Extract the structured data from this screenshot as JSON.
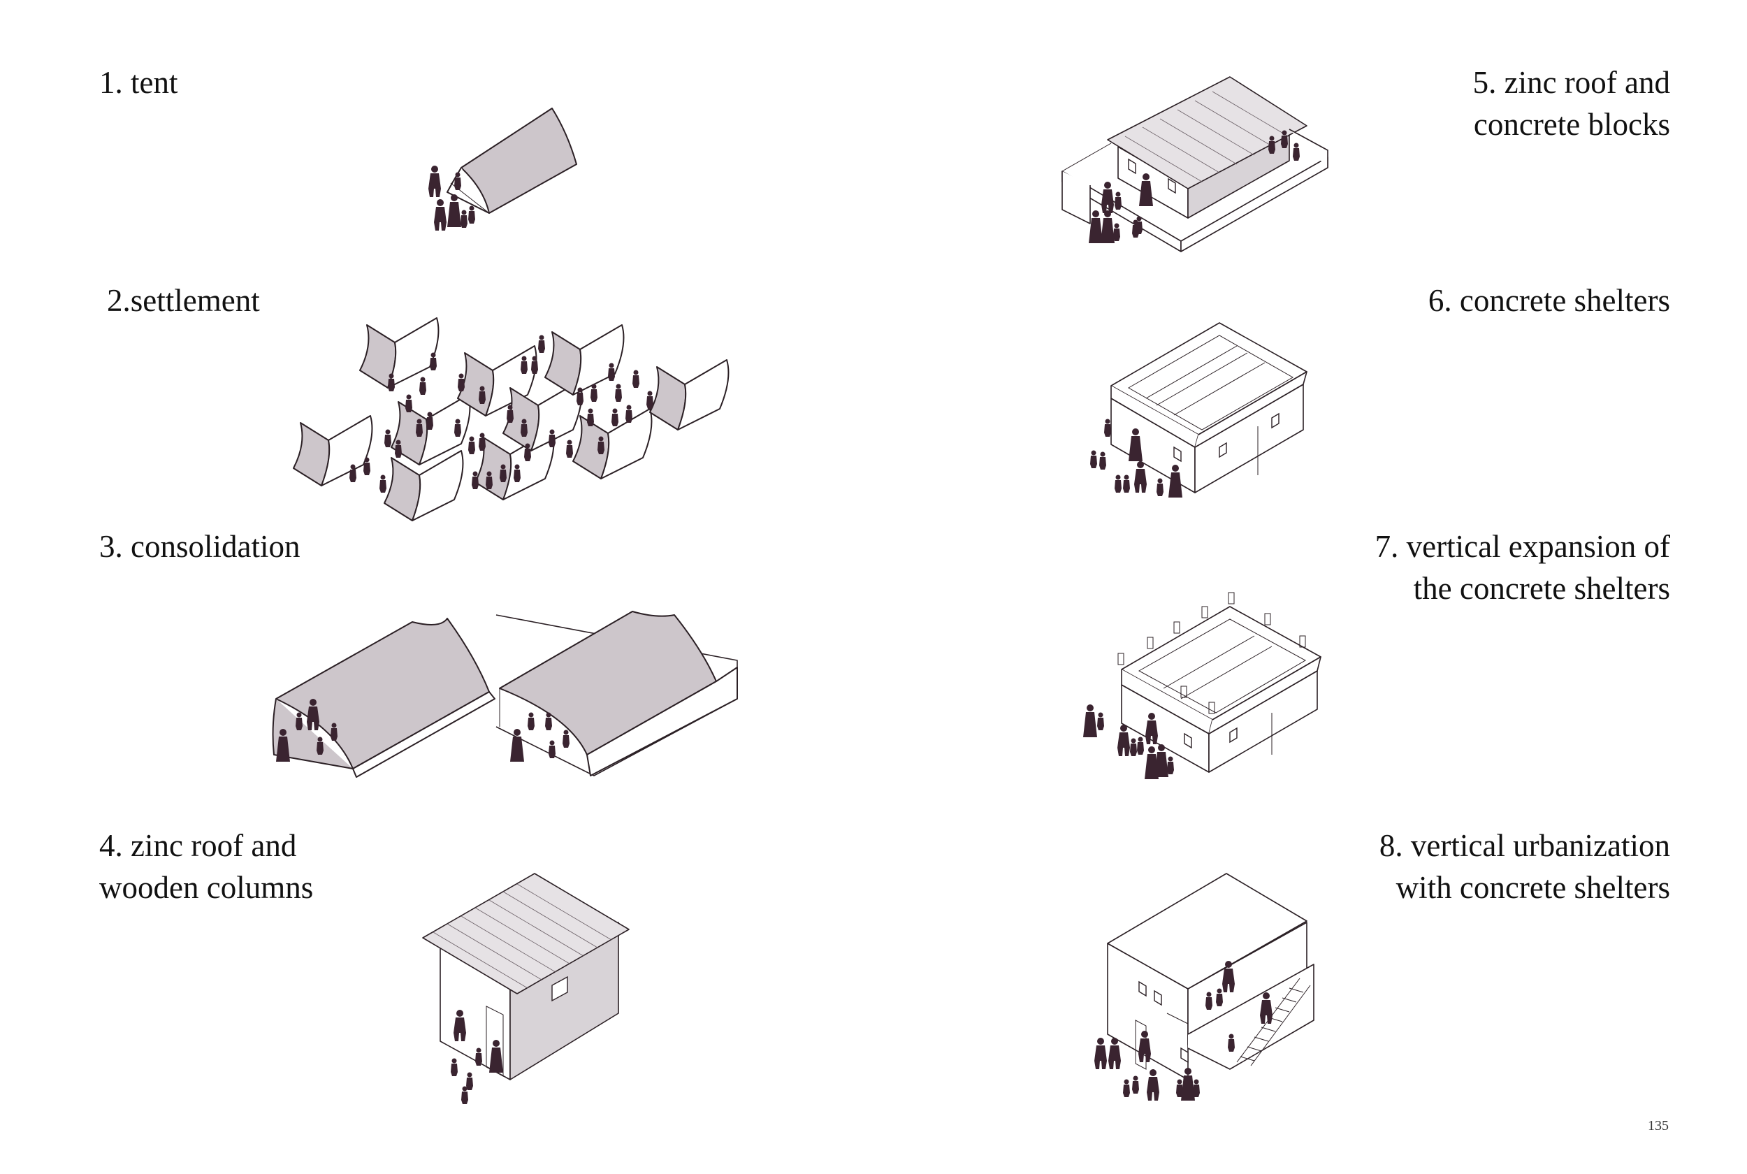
{
  "stages": [
    {
      "id": "tent",
      "label": "1. tent"
    },
    {
      "id": "settlement",
      "label": "2.settlement"
    },
    {
      "id": "consolidation",
      "label": "3. consolidation"
    },
    {
      "id": "zinc-wood",
      "label": "4. zinc roof  and\nwooden columns"
    },
    {
      "id": "zinc-blocks",
      "label": "5. zinc roof  and\nconcrete blocks"
    },
    {
      "id": "concrete-shelters",
      "label": "6. concrete shelters"
    },
    {
      "id": "vertical-expansion",
      "label": "7. vertical expansion of\nthe concrete shelters"
    },
    {
      "id": "vertical-urbanization",
      "label": "8. vertical urbanization\nwith concrete shelters"
    }
  ],
  "page_number": "135",
  "colors": {
    "silhouette": "#3a2430",
    "tent_fill": "#cdc6cb",
    "line": "#2b2025"
  }
}
